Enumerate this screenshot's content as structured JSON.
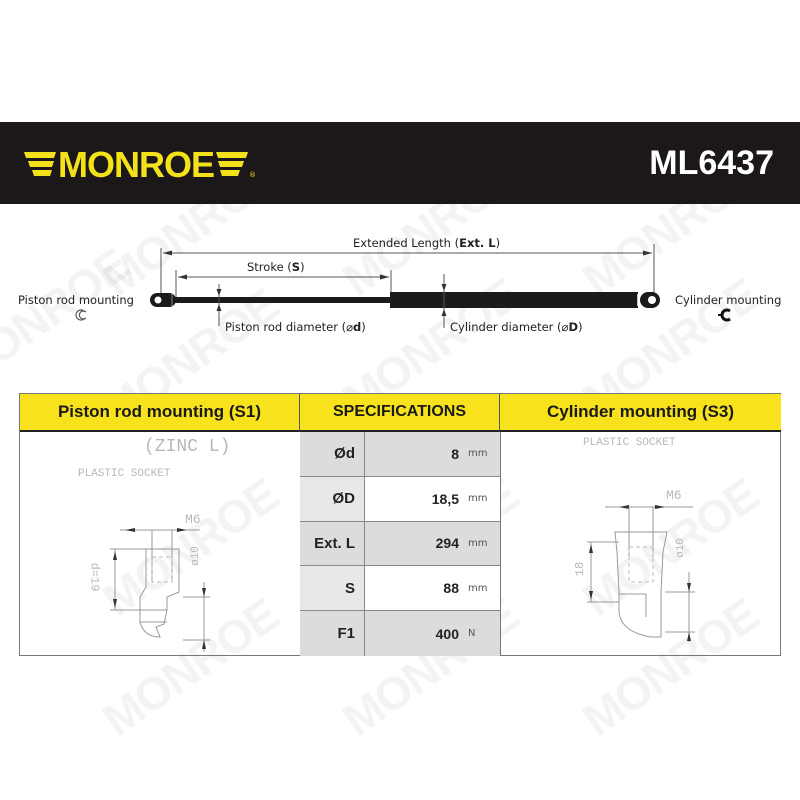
{
  "header": {
    "brand": "MONROE",
    "brand_color": "#f3e21a",
    "banner_color": "#1c1718",
    "part_number": "ML6437"
  },
  "diagram": {
    "extended_length_label": "Extended Length (",
    "extended_length_abbr": "Ext. L",
    "stroke_label": "Stroke (",
    "stroke_abbr": "S",
    "piston_rod_diameter_label": "Piston rod diameter (⌀",
    "piston_rod_diameter_abbr": "d",
    "cylinder_diameter_label": "Cylinder diameter (⌀",
    "cylinder_diameter_abbr": "D",
    "close_paren": ")",
    "piston_rod_mounting": "Piston rod mounting",
    "cylinder_mounting": "Cylinder mounting",
    "piston_mount_icon": "☪",
    "cylinder_mount_icon": "◖"
  },
  "table": {
    "headers": {
      "left": "Piston rod mounting (S1)",
      "middle": "SPECIFICATIONS",
      "right": "Cylinder mounting (S3)"
    },
    "header_color": "#f7e21b",
    "rows": [
      {
        "label": "Ød",
        "value": "8",
        "unit": "mm"
      },
      {
        "label": "ØD",
        "value": "18,5",
        "unit": "mm"
      },
      {
        "label": "Ext. L",
        "value": "294",
        "unit": "mm"
      },
      {
        "label": "S",
        "value": "88",
        "unit": "mm"
      },
      {
        "label": "F1",
        "value": "400",
        "unit": "N"
      }
    ],
    "left_drawing": {
      "type_label": "(ZINC L)",
      "socket_label": "PLASTIC SOCKET",
      "thread": "M6",
      "height_dim": "d=19",
      "diameter_dim": "ø10"
    },
    "right_drawing": {
      "socket_label": "PLASTIC SOCKET",
      "thread": "M6",
      "height_dim": "18",
      "diameter_dim": "ø10"
    }
  }
}
